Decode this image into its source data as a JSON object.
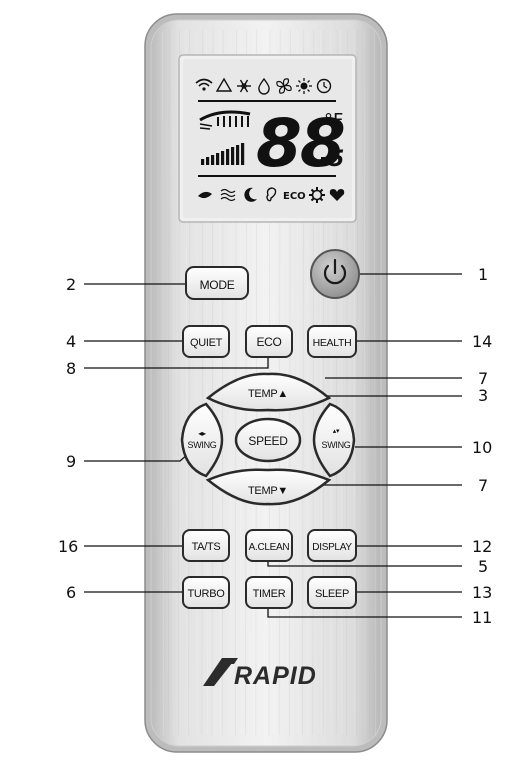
{
  "lcd": {
    "digits": "88",
    "unit_top": "°F",
    "unit_sub": "5",
    "eco_text": "ECO",
    "icons_top": [
      "wifi-icon",
      "triangle-icon",
      "snowflake-icon",
      "drop-icon",
      "fan-icon",
      "sun-icon",
      "clock-icon"
    ],
    "icons_bottom": [
      "leaf-icon",
      "wave-icon",
      "moon-icon",
      "ear-icon",
      "eco-text",
      "gear-icon",
      "heart-icon"
    ]
  },
  "buttons": {
    "mode": "MODE",
    "power": "power-icon",
    "quiet": "QUIET",
    "eco": "ECO",
    "health": "HEALTH",
    "temp_up": "TEMP▲",
    "speed": "SPEED",
    "swing_left": "SWING",
    "swing_right": "SWING",
    "temp_down": "TEMP▼",
    "tats": "TA/TS",
    "aclean": "A.CLEAN",
    "display": "DISPLAY",
    "turbo": "TURBO",
    "timer": "TIMER",
    "sleep": "SLEEP"
  },
  "callouts": {
    "c1": "1",
    "c2": "2",
    "c3": "3",
    "c4": "4",
    "c5": "5",
    "c6": "6",
    "c7a": "7",
    "c7b": "7",
    "c8": "8",
    "c9": "9",
    "c10": "10",
    "c11": "11",
    "c12": "12",
    "c13": "13",
    "c14": "14",
    "c16": "16"
  },
  "brand": "RAPID",
  "colors": {
    "body": "#d8d8d8",
    "lcd": "#e6e6e6",
    "button": "#f0f0f0",
    "outline": "#3a3a3a",
    "power": "#9a9a9a"
  }
}
